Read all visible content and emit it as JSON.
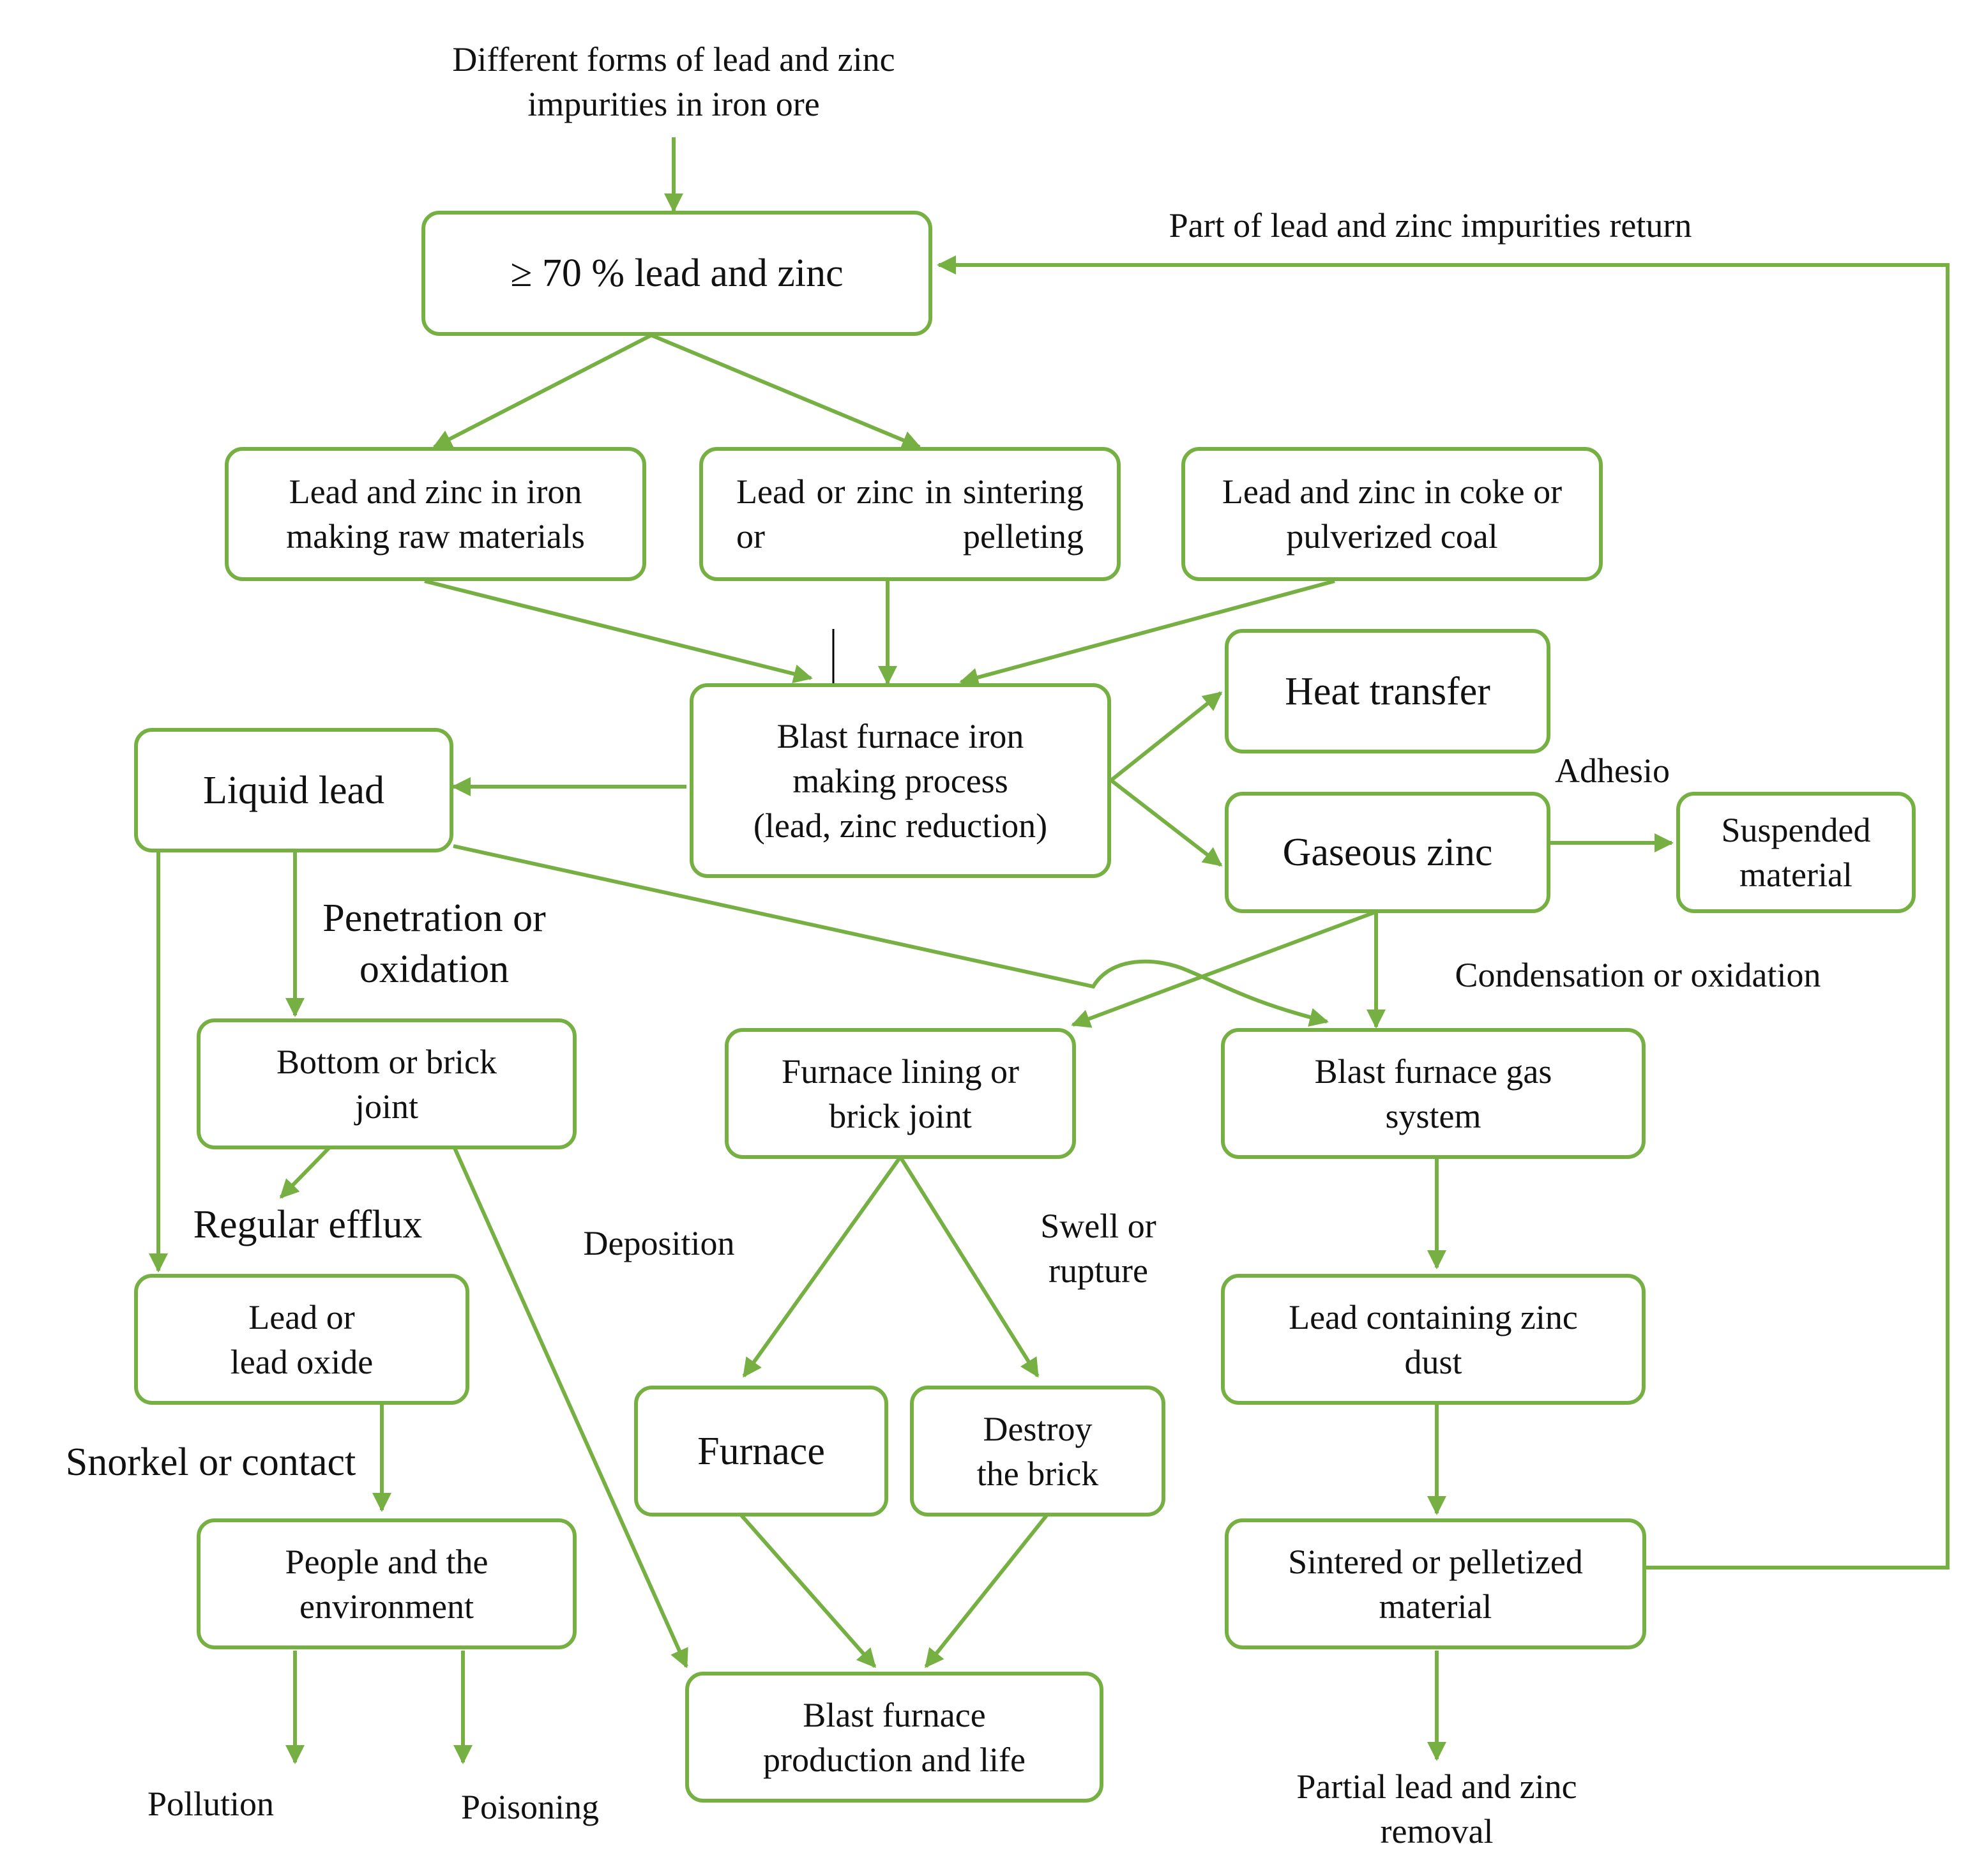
{
  "colors": {
    "line": "#76b043",
    "text": "#111111"
  },
  "top_label": "Different forms of lead and zinc\nimpurities in iron ore",
  "boxes": {
    "pct70": "≥ 70 % lead and zinc",
    "raw": "Lead and zinc in iron\nmaking raw materials",
    "sinter": "Lead or zinc in sintering or pelleting",
    "coke": "Lead and zinc in coke or\npulverized coal",
    "bf_process": "Blast furnace iron\nmaking process\n(lead, zinc reduction)",
    "liquid_lead": "Liquid lead",
    "heat": "Heat transfer",
    "gas_zinc": "Gaseous zinc",
    "suspended": "Suspended\nmaterial",
    "bottom": "Bottom or brick\njoint",
    "lining": "Furnace lining or\nbrick joint",
    "gas_system": "Blast furnace gas\nsystem",
    "lead_oxide": "Lead or\nlead oxide",
    "furnace": "Furnace",
    "destroy": "Destroy\nthe brick",
    "dust": "Lead containing zinc\ndust",
    "people": "People and the\nenvironment",
    "sintered": "Sintered or pelletized\nmaterial",
    "production": "Blast furnace\nproduction and life"
  },
  "labels": {
    "return": "Part of lead and zinc impurities return",
    "adhesio": "Adhesio",
    "penetration": "Penetration or\noxidation",
    "condensation": "Condensation or oxidation",
    "regular": "Regular efflux",
    "deposition": "Deposition",
    "swell": "Swell or\nrupture",
    "snorkel": "Snorkel or contact",
    "pollution": "Pollution",
    "poisoning": "Poisoning",
    "partial": "Partial lead and zinc\nremoval"
  }
}
